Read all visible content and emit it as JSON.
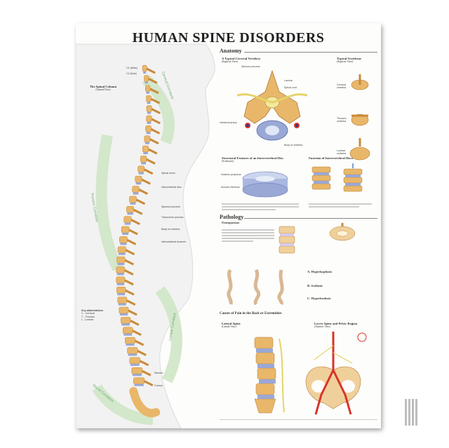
{
  "poster": {
    "title": "HUMAN SPINE DISORDERS",
    "spinal_column": {
      "title": "The Spinal Column",
      "subtitle": "(Lateral View)"
    },
    "curvatures": [
      "Cervical Curvature",
      "Thoracic Curvature",
      "Lumbar Curvature",
      "Sacral Curvature"
    ],
    "spine_labels": [
      "C1 (Atlas)",
      "C2 (Axis)",
      "Spinal nerve",
      "Intervertebral disc",
      "Spinous process",
      "Transverse process",
      "Body of vertebra",
      "Intervertebral foramen",
      "Sacrum",
      "Coccyx"
    ],
    "abbreviations": {
      "title": "Key abbreviations",
      "items": [
        "C - Cervical",
        "T - Thoracic",
        "L - Lumbar"
      ]
    },
    "anatomy": {
      "heading": "Anatomy",
      "cervical": {
        "title": "A Typical Cervical Vertebra",
        "subtitle": "(Superior View)"
      },
      "typical": {
        "title": "Typical Vertebrae",
        "subtitle": "(Superior View)",
        "labels": [
          "Cervical vertebra",
          "Thoracic vertebra",
          "Lumbar vertebra"
        ]
      },
      "structural": {
        "title": "Structural Features of an Intervertebral Disc",
        "subtitle": "(Schematic)"
      },
      "function": {
        "title": "Function of Intervertebral Discs"
      },
      "labels": [
        "Spinous process",
        "Lamina",
        "Spinal cord",
        "Vertebral artery",
        "Body of vertebra",
        "Nucleus pulposus",
        "Annulus fibrosus"
      ]
    },
    "pathology": {
      "heading": "Pathology",
      "osteoporosis": "Osteoporosis",
      "curvatures": [
        "A. Hyperkyphosis",
        "B. Scoliosis",
        "C. Hyperlordosis"
      ]
    },
    "causes": {
      "title": "Causes of Pain in the Back or Extremities",
      "lateral": {
        "title": "Lateral Spine",
        "subtitle": "(Lateral View)"
      },
      "pelvic": {
        "title": "Lower Spine and Pelvic Region",
        "subtitle": "(Anterior View)"
      }
    },
    "colors": {
      "bone": "#e9b76a",
      "bone_dark": "#c98a3a",
      "disc": "#9aa8d6",
      "band": "#cfe5c6",
      "skin": "#f1f1f1",
      "nerve": "#e6d36b",
      "artery": "#d8342a"
    }
  }
}
